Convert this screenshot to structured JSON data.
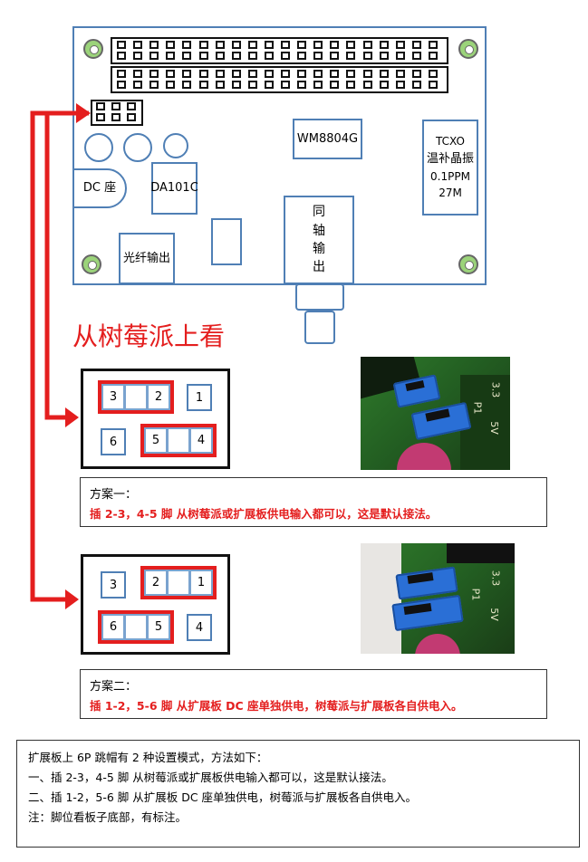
{
  "board": {
    "chip": "WM8804G",
    "tcxo_lines": [
      "TCXO",
      "温补晶振",
      "0.1PPM",
      "27M"
    ],
    "dc": "DC 座",
    "da": "DA101C",
    "optical": "光纤输出",
    "coax_lines": [
      "同",
      "轴",
      "输",
      "出"
    ]
  },
  "heading": "从树莓派上看",
  "diagram1": {
    "pins": {
      "p3": "3",
      "p2": "2",
      "p1": "1",
      "p6": "6",
      "p5": "5",
      "p4": "4"
    }
  },
  "diagram2": {
    "pins": {
      "p3": "3",
      "p2": "2",
      "p1": "1",
      "p6": "6",
      "p5": "5",
      "p4": "4"
    }
  },
  "scheme1": {
    "title": "方案一：",
    "text": "插 2-3，4-5 脚 从树莓派或扩展板供电输入都可以，这是默认接法。"
  },
  "scheme2": {
    "title": "方案二：",
    "text": "插 1-2，5-6 脚 从扩展板 DC 座单独供电，树莓派与扩展板各自供电入。"
  },
  "footer": {
    "lines": [
      "扩展板上 6P 跳帽有 2 种设置模式，方法如下：",
      "一、插 2-3，4-5 脚 从树莓派或扩展板供电输入都可以，这是默认接法。",
      "二、插 1-2，5-6 脚 从扩展板 DC 座单独供电，树莓派与扩展板各自供电入。",
      "注：脚位看板子底部，有标注。"
    ]
  },
  "colors": {
    "accent_red": "#e41e1e",
    "board_blue": "#4f7fb5",
    "jumper_blue": "#2a6fd6"
  }
}
